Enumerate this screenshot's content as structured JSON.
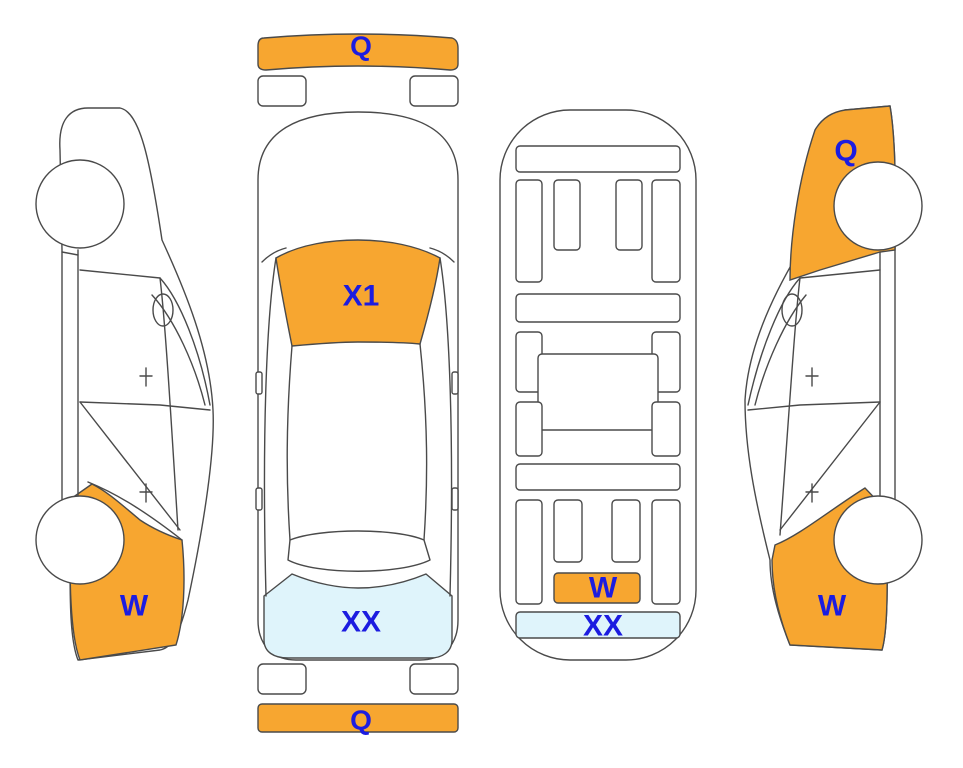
{
  "colors": {
    "damage_orange": "#f7a630",
    "light_blue": "#dff4fb",
    "outline": "#4a4a4a",
    "label_blue": "#1c1ce0"
  },
  "labels": {
    "front_bumper": "Q",
    "rear_bumper": "Q",
    "windshield": "X1",
    "rear_window": "XX",
    "left_rear_quarter": "W",
    "right_front_fender": "Q",
    "right_rear_quarter": "W",
    "underbody_panel": "W",
    "underbody_rear_strip": "XX"
  },
  "zone_colors": {
    "front_bumper": "damage_orange",
    "rear_bumper": "damage_orange",
    "windshield": "damage_orange",
    "rear_window": "light_blue",
    "left_rear_quarter": "damage_orange",
    "right_front_fender": "damage_orange",
    "right_rear_quarter": "damage_orange",
    "underbody_panel": "damage_orange",
    "underbody_rear_strip": "light_blue"
  }
}
